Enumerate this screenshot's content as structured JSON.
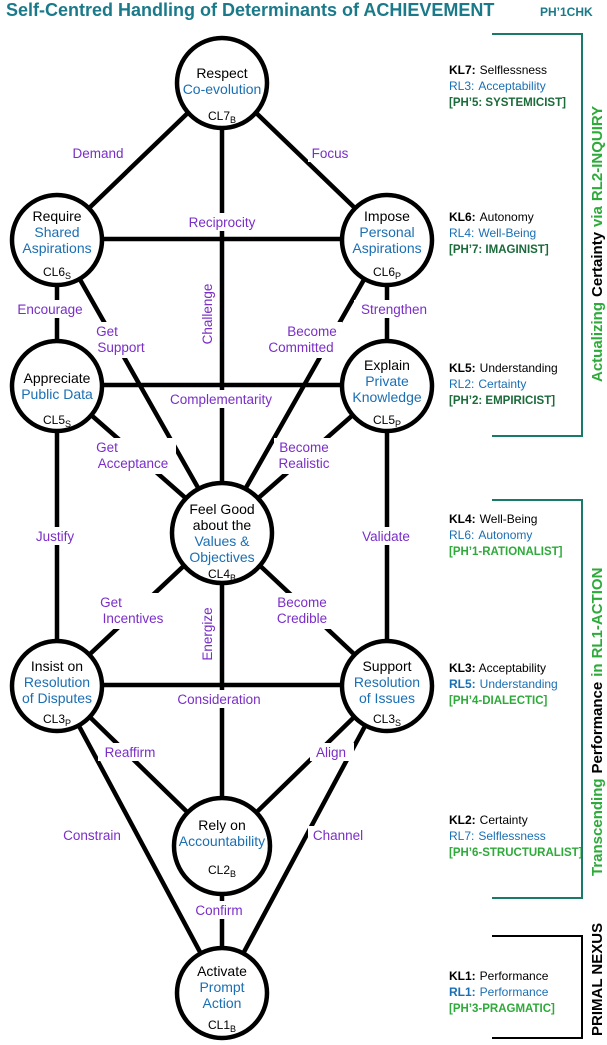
{
  "header": {
    "title": "Self-Centred Handling of Determinants of ACHIEVEMENT",
    "code": "PH’1CHK"
  },
  "nodes": {
    "cl7": {
      "line1": "Respect",
      "line2": "Co-evolution",
      "code": "CL7",
      "sub": "B"
    },
    "cl6s": {
      "line1": "Require",
      "line2": "Shared",
      "line3": "Aspirations",
      "code": "CL6",
      "sub": "S"
    },
    "cl6p": {
      "line1": "Impose",
      "line2": "Personal",
      "line3": "Aspirations",
      "code": "CL6",
      "sub": "P"
    },
    "cl5s": {
      "line1": "Appreciate",
      "line2": "Public Data",
      "code": "CL5",
      "sub": "S"
    },
    "cl5p": {
      "line1": "Explain",
      "line2": "Private",
      "line3": "Knowledge",
      "code": "CL5",
      "sub": "P"
    },
    "cl4": {
      "line1": "Feel Good",
      "line2": "about the",
      "line3": "Values &",
      "line4": "Objectives",
      "code": "CL4",
      "sub": "B"
    },
    "cl3p": {
      "line1": "Insist on",
      "line2": "Resolution",
      "line3": "of Disputes",
      "code": "CL3",
      "sub": "P"
    },
    "cl3s": {
      "line1": "Support",
      "line2": "Resolution",
      "line3": "of Issues",
      "code": "CL3",
      "sub": "S"
    },
    "cl2": {
      "line1": "Rely on",
      "line2": "Accountability",
      "code": "CL2",
      "sub": "B"
    },
    "cl1": {
      "line1": "Activate",
      "line2": "Prompt",
      "line3": "Action",
      "code": "CL1",
      "sub": "B"
    }
  },
  "edges": {
    "demand": "Demand",
    "focus": "Focus",
    "reciprocity": "Reciprocity",
    "challenge": "Challenge",
    "encourage": "Encourage",
    "get_support_1": "Get",
    "get_support_2": "Support",
    "become_committed_1": "Become",
    "become_committed_2": "Committed",
    "strengthen": "Strengthen",
    "complementarity": "Complementarity",
    "get_acceptance_1": "Get",
    "get_acceptance_2": "Acceptance",
    "become_realistic_1": "Become",
    "become_realistic_2": "Realistic",
    "justify": "Justify",
    "validate": "Validate",
    "get_incentives_1": "Get",
    "get_incentives_2": "Incentives",
    "energize": "Energize",
    "become_credible_1": "Become",
    "become_credible_2": "Credible",
    "consideration": "Consideration",
    "reaffirm": "Reaffirm",
    "align": "Align",
    "constrain": "Constrain",
    "channel": "Channel",
    "confirm": "Confirm"
  },
  "levels": [
    {
      "kl": "KL7:",
      "kl_text": "Selflessness",
      "rl": "RL3:",
      "rl_text": "Acceptability",
      "ph": "[PH’5: SYSTEMICIST]",
      "ph_color": "#1a6a3a"
    },
    {
      "kl": "KL6:",
      "kl_text": "Autonomy",
      "rl": "RL4:",
      "rl_text": "Well-Being",
      "ph": "[PH’7: IMAGINIST]",
      "ph_color": "#1a6a3a"
    },
    {
      "kl": "KL5:",
      "kl_text": "Understanding",
      "rl": "RL2:",
      "rl_text": "Certainty",
      "ph": "[PH’2: EMPIRICIST]",
      "ph_color": "#1a6a3a"
    },
    {
      "kl": "KL4:",
      "kl_text": "Well-Being",
      "rl": "RL6:",
      "rl_text": "Autonomy",
      "ph": "[PH’1-RATIONALIST]",
      "ph_color": "#2eaa3a"
    },
    {
      "kl": "KL3:",
      "kl_text": "Acceptability",
      "rl": "RL5:",
      "rl_text": "Understanding",
      "ph": "[PH’4-DIALECTIC]",
      "ph_color": "#2eaa3a"
    },
    {
      "kl": "KL2:",
      "kl_text": "Certainty",
      "rl": "RL7:",
      "rl_text": "Selflessness",
      "ph": "[PH’6-STRUCTURALIST]",
      "ph_color": "#2eaa3a"
    },
    {
      "kl": "KL1:",
      "kl_text": "Performance",
      "rl": "RL1:",
      "rl_text": "Performance",
      "ph": "[PH’3-PRAGMATIC]",
      "ph_color": "#2eaa3a"
    }
  ],
  "side_labels": {
    "top_a": "Actualizing",
    "top_b": "Certainty",
    "top_c": "via",
    "top_d": "RL2-INQUIRY",
    "mid_a": "Transcending",
    "mid_b": "Performance",
    "mid_c": "in",
    "mid_d": "RL1-ACTION",
    "bottom": "PRIMAL NEXUS"
  },
  "colors": {
    "teal": "#1a7a8a",
    "blue": "#1a6fb3",
    "purple": "#7a2ec7",
    "dark_green": "#1a6a3a",
    "green": "#2eaa3a"
  }
}
